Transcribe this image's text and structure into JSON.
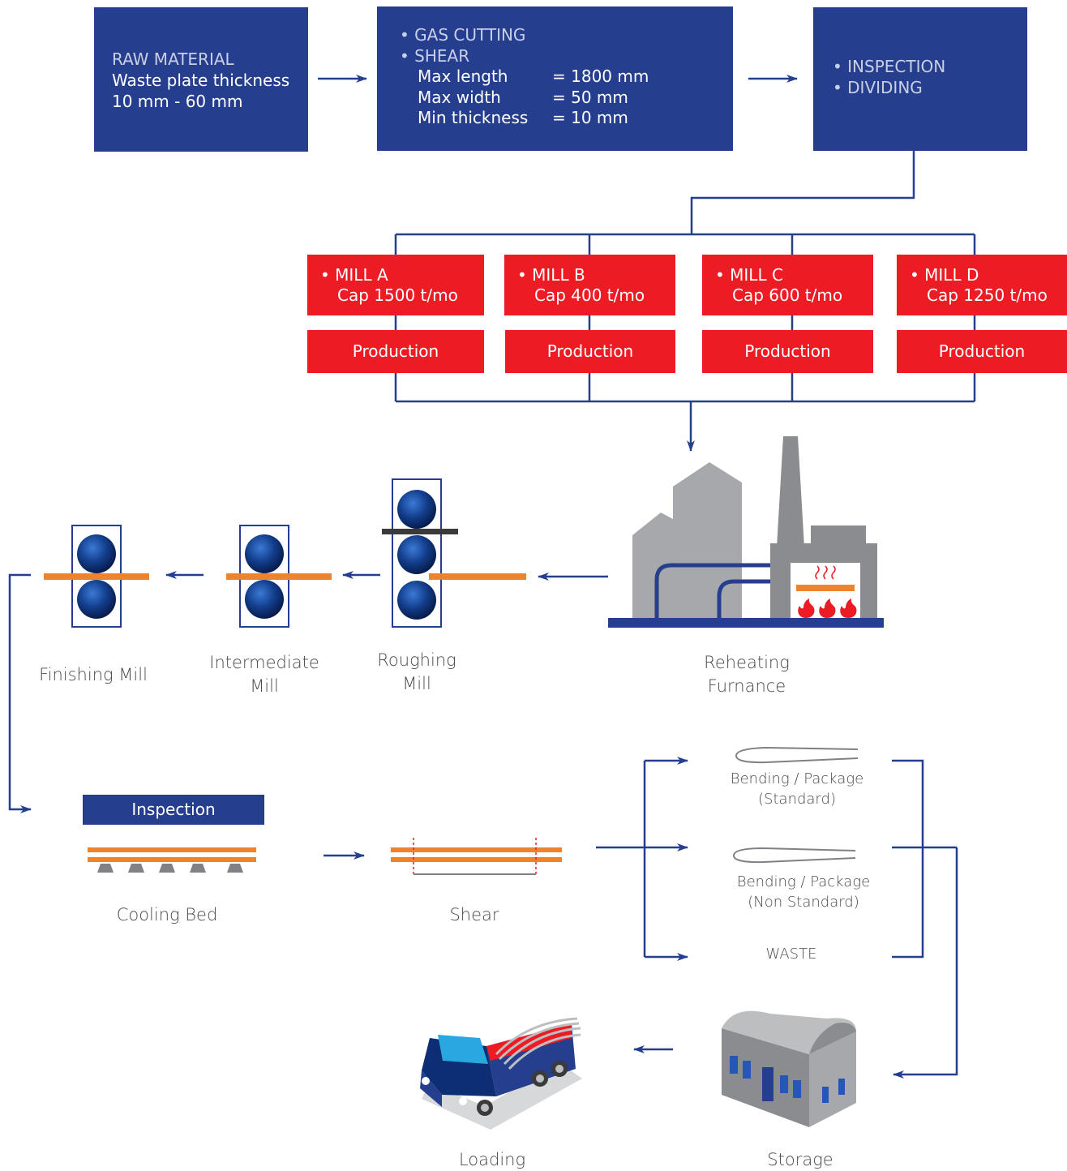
{
  "raw_material": {
    "title": "RAW MATERIAL",
    "line1": "Waste plate thickness",
    "line2": "10 mm - 60 mm"
  },
  "cutting": {
    "bullet1": "• GAS CUTTING",
    "bullet2": "• SHEAR",
    "specs": [
      {
        "label": "Max length",
        "value": "= 1800 mm"
      },
      {
        "label": "Max width",
        "value": "= 50 mm"
      },
      {
        "label": "Min thickness",
        "value": "= 10 mm"
      }
    ]
  },
  "inspection_box": {
    "bullet1": "• INSPECTION",
    "bullet2": "• DIVIDING"
  },
  "mills": [
    {
      "name": "• MILL A",
      "cap": "Cap 1500 t/mo",
      "production": "Production"
    },
    {
      "name": "• MILL B",
      "cap": "Cap 400 t/mo",
      "production": "Production"
    },
    {
      "name": "• MILL C",
      "cap": "Cap 600 t/mo",
      "production": "Production"
    },
    {
      "name": "• MILL D",
      "cap": "Cap 1250 t/mo",
      "production": "Production"
    }
  ],
  "stations": {
    "finishing": "Finishing Mill",
    "intermediate_1": "Intermediate",
    "intermediate_2": "Mill",
    "roughing_1": "Roughing",
    "roughing_2": "Mill",
    "reheating_1": "Reheating",
    "reheating_2": "Furnance",
    "inspection": "Inspection",
    "cooling_bed": "Cooling Bed",
    "shear": "Shear",
    "bending_standard_1": "Bending / Package",
    "bending_standard_2": "(Standard)",
    "bending_nonstandard_1": "Bending / Package",
    "bending_nonstandard_2": "(Non Standard)",
    "waste": "WASTE",
    "storage": "Storage",
    "loading": "Loading"
  },
  "colors": {
    "navy": "#263e8e",
    "red": "#ed1c24",
    "orange": "#f0822a",
    "gray": "#a6a8ab"
  },
  "icons": [
    "roller-icon",
    "factory-icon",
    "flame-icon",
    "warehouse-icon",
    "truck-icon",
    "arrow-icon"
  ]
}
